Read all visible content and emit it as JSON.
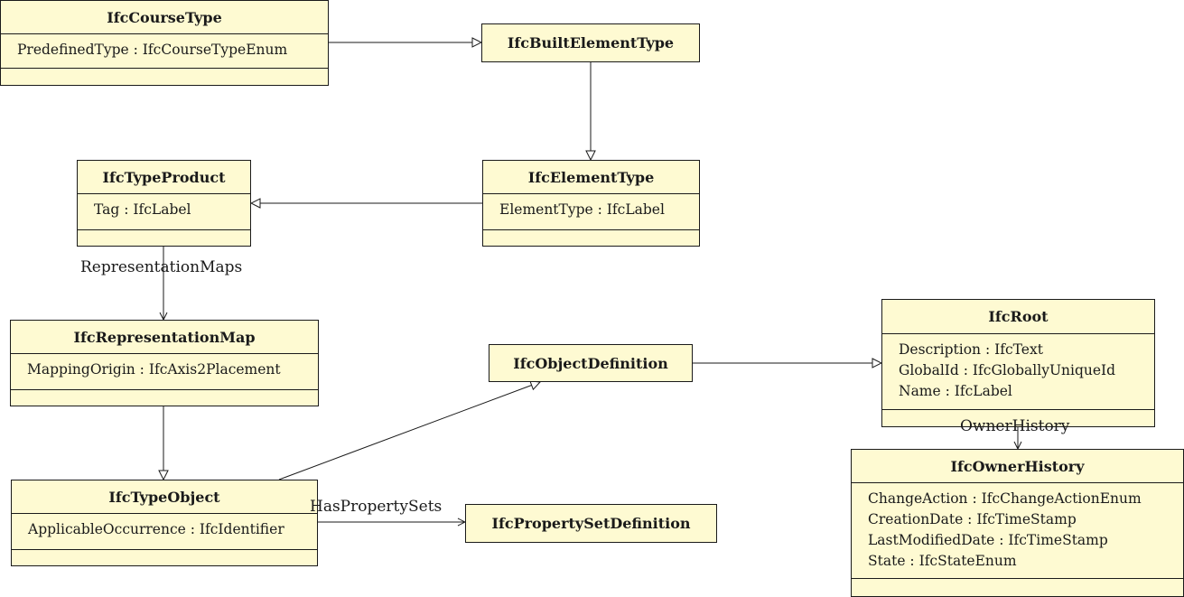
{
  "classes": {
    "course_type": {
      "name": "IfcCourseType",
      "attributes": [
        "PredefinedType : IfcCourseTypeEnum"
      ]
    },
    "built_element_type": {
      "name": "IfcBuiltElementType"
    },
    "type_product": {
      "name": "IfcTypeProduct",
      "attributes": [
        "Tag : IfcLabel"
      ]
    },
    "element_type": {
      "name": "IfcElementType",
      "attributes": [
        "ElementType : IfcLabel"
      ]
    },
    "representation_map": {
      "name": "IfcRepresentationMap",
      "attributes": [
        "MappingOrigin : IfcAxis2Placement"
      ]
    },
    "object_definition": {
      "name": "IfcObjectDefinition"
    },
    "root": {
      "name": "IfcRoot",
      "attributes": [
        "Description : IfcText",
        "GlobalId : IfcGloballyUniqueId",
        "Name : IfcLabel"
      ]
    },
    "type_object": {
      "name": "IfcTypeObject",
      "attributes": [
        "ApplicableOccurrence : IfcIdentifier"
      ]
    },
    "property_set_definition": {
      "name": "IfcPropertySetDefinition"
    },
    "owner_history": {
      "name": "IfcOwnerHistory",
      "attributes": [
        "ChangeAction : IfcChangeActionEnum",
        "CreationDate : IfcTimeStamp",
        "LastModifiedDate : IfcTimeStamp",
        "State : IfcStateEnum"
      ]
    }
  },
  "associations": {
    "representation_maps": "RepresentationMaps",
    "has_property_sets": "HasPropertySets",
    "owner_history": "OwnerHistory"
  },
  "colors": {
    "box_fill": "#fefad2",
    "stroke": "#1a1a1a"
  }
}
